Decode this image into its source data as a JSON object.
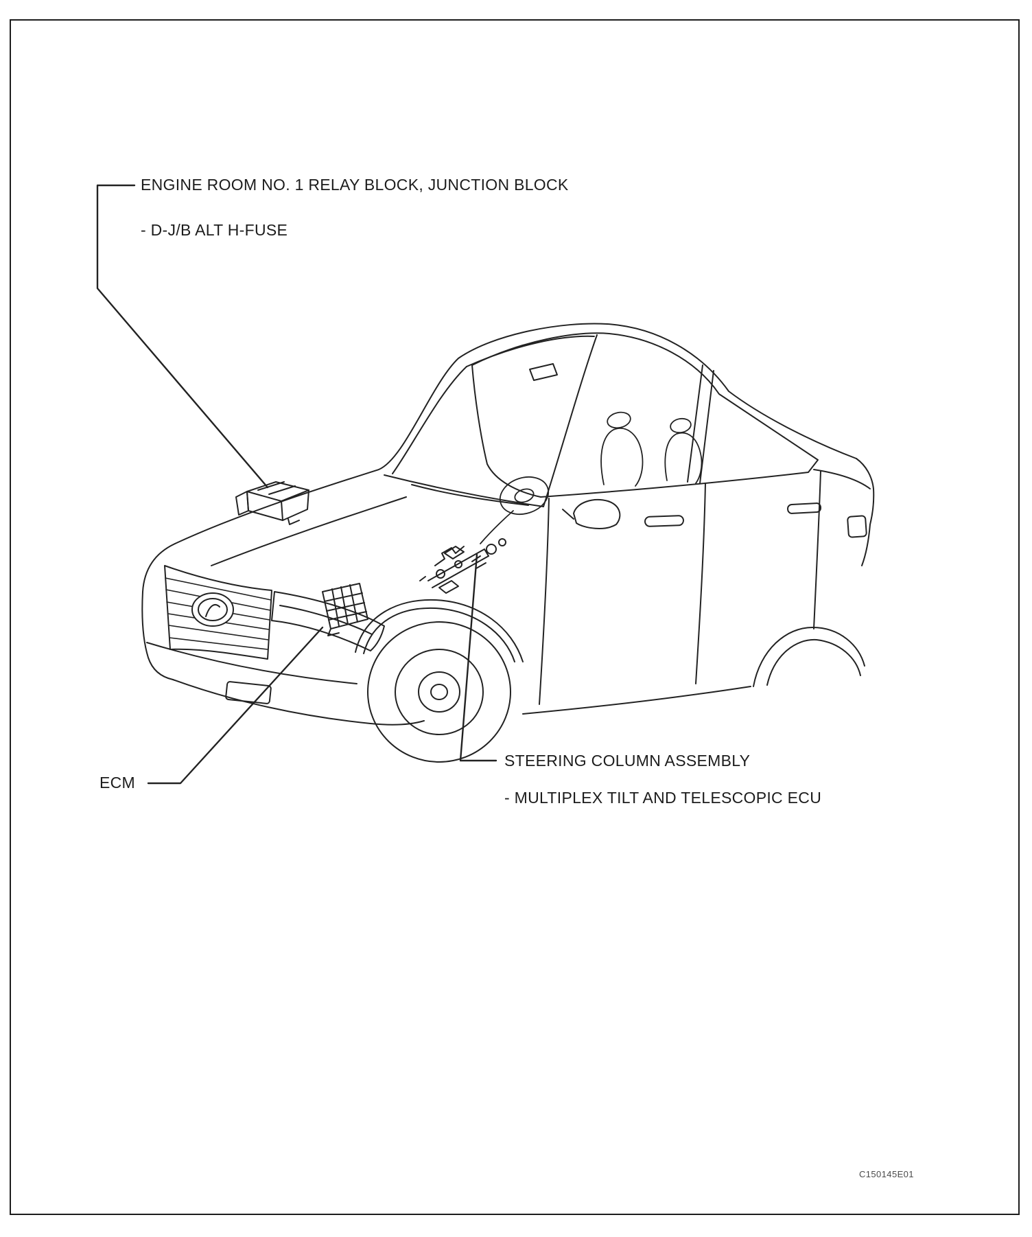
{
  "figure": {
    "code": "C150145E01"
  },
  "callouts": {
    "relay_block": {
      "title": "ENGINE ROOM NO. 1 RELAY BLOCK, JUNCTION BLOCK",
      "subitem": "- D-J/B ALT H-FUSE"
    },
    "ecm": {
      "label": "ECM"
    },
    "steering_column": {
      "title": "STEERING COLUMN ASSEMBLY",
      "subitem": "- MULTIPLEX TILT AND TELESCOPIC ECU"
    }
  },
  "colors": {
    "line": "#222222",
    "background": "#ffffff",
    "text": "#1c1c1c"
  }
}
